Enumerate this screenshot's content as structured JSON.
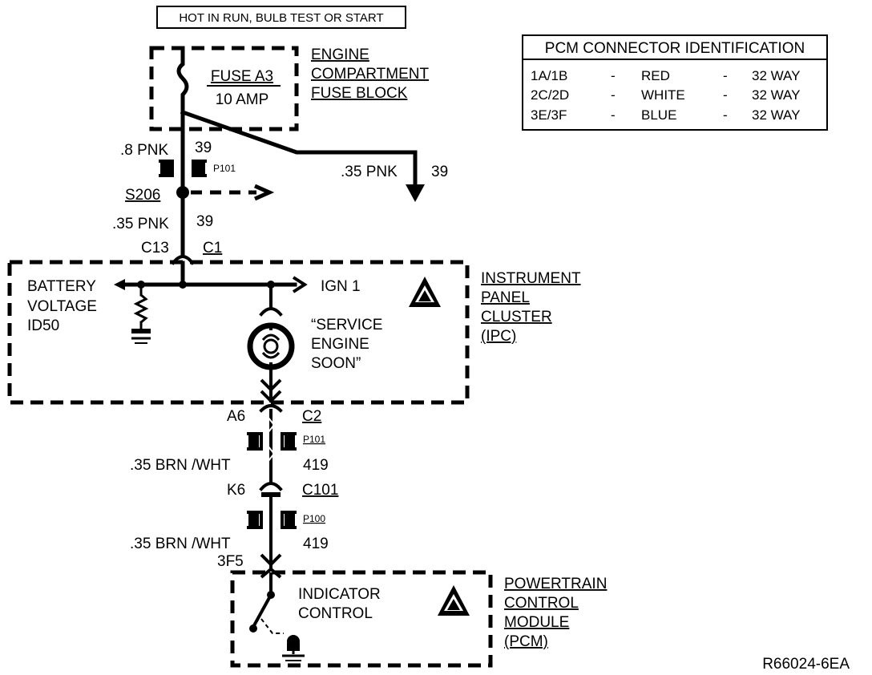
{
  "header_box": "HOT IN RUN,  BULB TEST OR START",
  "fuse_block": {
    "fuse_name": "FUSE A3",
    "fuse_rating": "10 AMP",
    "label_lines": [
      "ENGINE",
      "COMPARTMENT",
      "FUSE BLOCK"
    ]
  },
  "pcm_table": {
    "title": "PCM CONNECTOR IDENTIFICATION",
    "rows": [
      {
        "pins": "1A/1B",
        "dash1": "-",
        "color": "RED",
        "dash2": "-",
        "ways": "32 WAY"
      },
      {
        "pins": "2C/2D",
        "dash1": "-",
        "color": "WHITE",
        "dash2": "-",
        "ways": "32 WAY"
      },
      {
        "pins": "3E/3F",
        "dash1": "-",
        "color": "BLUE",
        "dash2": "-",
        "ways": "32 WAY"
      }
    ]
  },
  "wires": {
    "w1_gauge": ".8 PNK",
    "w1_circuit": "39",
    "p101_top": "P101",
    "branch_gauge": ".35 PNK",
    "branch_circuit": "39",
    "splice": "S206",
    "w2_gauge": ".35 PNK",
    "w2_circuit": "39",
    "c13": "C13",
    "c1": "C1",
    "a6": "A6",
    "c2": "C2",
    "p101_mid": "P101",
    "w3_gauge": ".35 BRN /WHT",
    "w3_circuit": "419",
    "k6": "K6",
    "c101": "C101",
    "p100": "P100",
    "w4_gauge": ".35 BRN /WHT",
    "w4_circuit": "419",
    "pin_3f5": "3F5"
  },
  "ipc": {
    "battery_lines": [
      "BATTERY",
      "VOLTAGE",
      "ID50"
    ],
    "ign": "IGN 1",
    "lamp_lines": [
      "“SERVICE",
      "ENGINE",
      "SOON”"
    ],
    "label_lines": [
      "INSTRUMENT",
      "PANEL",
      "CLUSTER",
      "(IPC)"
    ]
  },
  "pcm": {
    "control_lines": [
      "INDICATOR",
      "CONTROL"
    ],
    "label_lines": [
      "POWERTRAIN",
      "CONTROL",
      "MODULE",
      "(PCM)"
    ]
  },
  "figure_id": "R66024-6EA",
  "icons": [
    "esd-warning-icon",
    "ground-icon",
    "lamp-icon",
    "resistor-icon"
  ]
}
